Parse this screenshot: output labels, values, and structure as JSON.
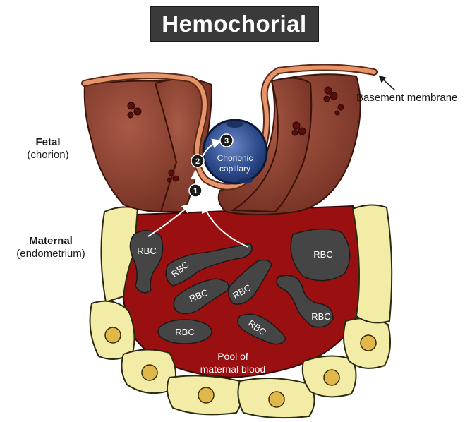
{
  "title": "Hemochorial",
  "labels": {
    "fetal": "Fetal",
    "fetal_sub": "(chorion)",
    "maternal": "Maternal",
    "maternal_sub": "(endometrium)",
    "basement_membrane": "Basement membrane",
    "capillary_line1": "Chorionic",
    "capillary_line2": "capillary",
    "pool_line1": "Pool of",
    "pool_line2": "maternal blood"
  },
  "steps": [
    "1",
    "2",
    "3"
  ],
  "rbc_labels": [
    "RBC",
    "RBC",
    "RBC",
    "RBC",
    "RBC",
    "RBC",
    "RBC",
    "RBC"
  ],
  "colors": {
    "maternal_blood": "#9a0f0f",
    "fetal_tissue": "#8b3a2a",
    "endometrial_cells": "#f3eca6",
    "basement_membrane": "#e8946a",
    "capillary": "#2f4f8f",
    "rbc": "#454545"
  }
}
